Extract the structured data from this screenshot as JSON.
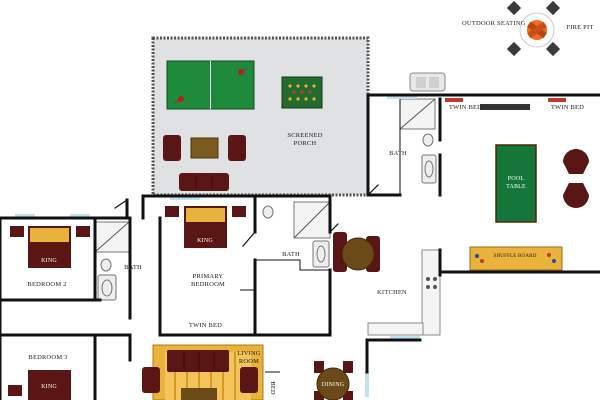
{
  "rooms": {
    "outdoor_seating": "OUTDOOR SEATING",
    "fire_pit": "FIRE PIT",
    "screened_porch": "SCREENED PORCH",
    "twin_bed_left": "TWIN BED",
    "twin_bed_right": "TWIN BED",
    "bath_upper": "BATH",
    "pool_table": "POOL TABLE",
    "shuffle_board": "SHUFFLE BOARD",
    "king_primary": "KING",
    "king_bedroom2": "KING",
    "king_bedroom3": "KING",
    "bath_left": "BATH",
    "bath_primary": "BATH",
    "bedroom_2": "BEDROOM 2",
    "primary_bedroom": "PRIMARY BEDROOM",
    "kitchen": "KITCHEN",
    "twin_bed_primary": "TWIN BED",
    "bedroom_3": "BEDROOM 3",
    "living_room": "LIVING ROOM",
    "dining": "DINING",
    "bed_vertical": "BED"
  },
  "colors": {
    "wall": "#111111",
    "porch_floor": "#dfe1e3",
    "ping_pong": "#1e8a3c",
    "pool_felt": "#15763a",
    "furniture_dark": "#5a1515",
    "wood": "#7a5a1f",
    "rug": "#e9b23a",
    "window": "#bfe2ee",
    "fixture": "#eeeeee",
    "fire_orange": "#f26b21"
  }
}
